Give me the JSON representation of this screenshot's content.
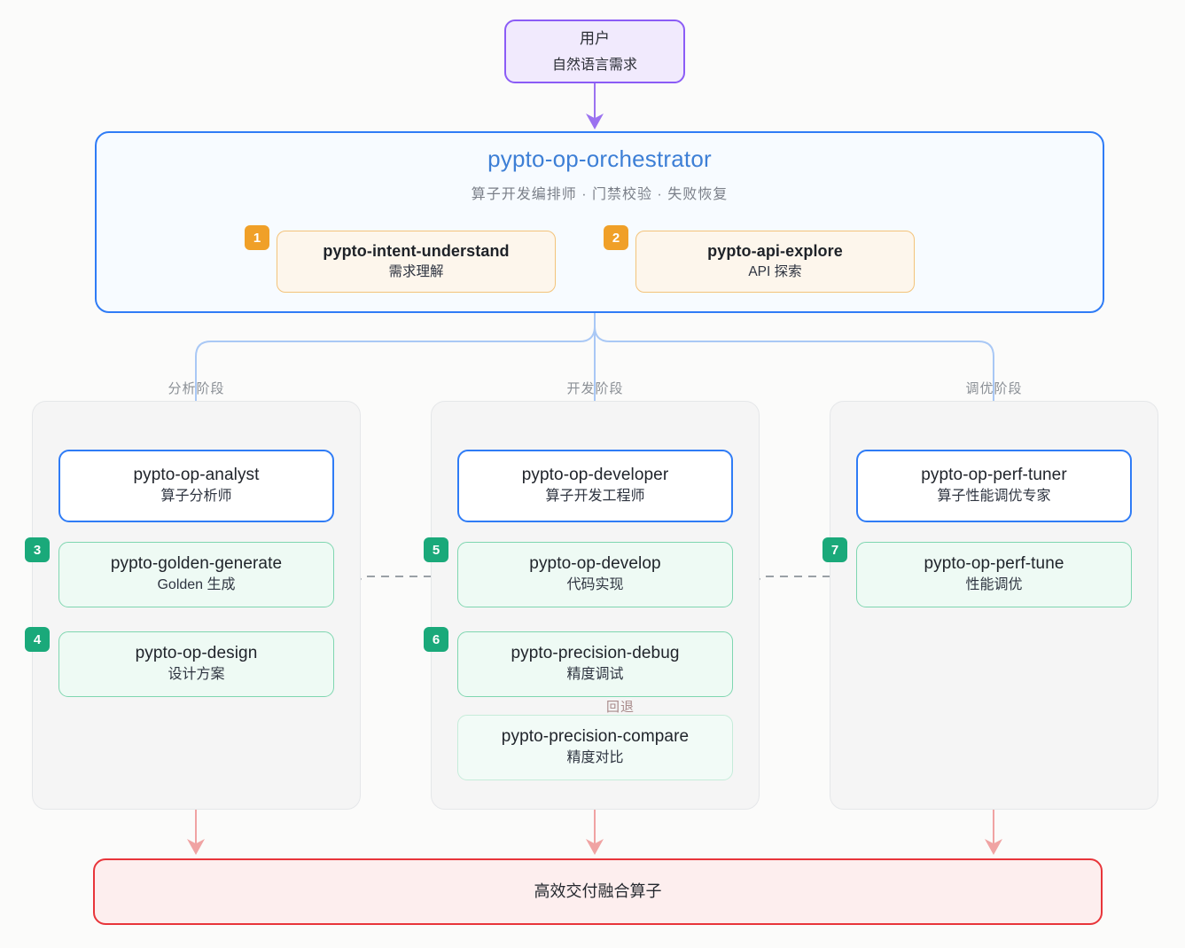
{
  "diagram": {
    "title_node": {
      "name": "用户",
      "subtitle": "自然语言需求"
    },
    "orchestrator": {
      "title": "pypto-op-orchestrator",
      "subtitle": "算子开发编排师 · 门禁校验 · 失败恢复",
      "steps": [
        {
          "badge": "1",
          "name": "pypto-intent-understand",
          "subtitle": "需求理解"
        },
        {
          "badge": "2",
          "name": "pypto-api-explore",
          "subtitle": "API 探索"
        }
      ]
    },
    "phases": [
      {
        "label": "分析阶段",
        "agent": {
          "name": "pypto-op-analyst",
          "subtitle": "算子分析师"
        },
        "tasks": [
          {
            "badge": "3",
            "name": "pypto-golden-generate",
            "subtitle": "Golden 生成"
          },
          {
            "badge": "4",
            "name": "pypto-op-design",
            "subtitle": "设计方案"
          }
        ]
      },
      {
        "label": "开发阶段",
        "agent": {
          "name": "pypto-op-developer",
          "subtitle": "算子开发工程师"
        },
        "tasks": [
          {
            "badge": "5",
            "name": "pypto-op-develop",
            "subtitle": "代码实现"
          },
          {
            "badge": "6",
            "name": "pypto-precision-debug",
            "subtitle": "精度调试"
          },
          {
            "badge": "",
            "name": "pypto-precision-compare",
            "subtitle": "精度对比"
          }
        ],
        "rollback_label": "回退"
      },
      {
        "label": "调优阶段",
        "agent": {
          "name": "pypto-op-perf-tuner",
          "subtitle": "算子性能调优专家"
        },
        "tasks": [
          {
            "badge": "7",
            "name": "pypto-op-perf-tune",
            "subtitle": "性能调优"
          }
        ]
      }
    ],
    "result": {
      "text": "高效交付融合算子"
    },
    "colors": {
      "user_border": "#8b5cf6",
      "user_fill": "#f1eafd",
      "orchestrator_border": "#2f7cf6",
      "orchestrator_fill": "#f7fbff",
      "orchestrator_title": "#3d7fd6",
      "step_border": "#f3c37a",
      "step_fill": "#fdf6ec",
      "badge_orange": "#f0a028",
      "badge_green": "#1aa97a",
      "agent_border": "#2f7cf6",
      "task_border": "#7fd6b0",
      "task_fill": "#eefaf4",
      "result_border": "#e8353a",
      "result_fill": "#fdeeee",
      "flow_blue": "#a9c8f5",
      "flow_green": "#6fd3ab",
      "flow_red": "#f0a3a3",
      "flow_orange": "#f5c98a",
      "flow_dashed": "#9aa0a6",
      "phase_fill": "#f5f5f5",
      "phase_border": "#e5e7e9"
    }
  }
}
